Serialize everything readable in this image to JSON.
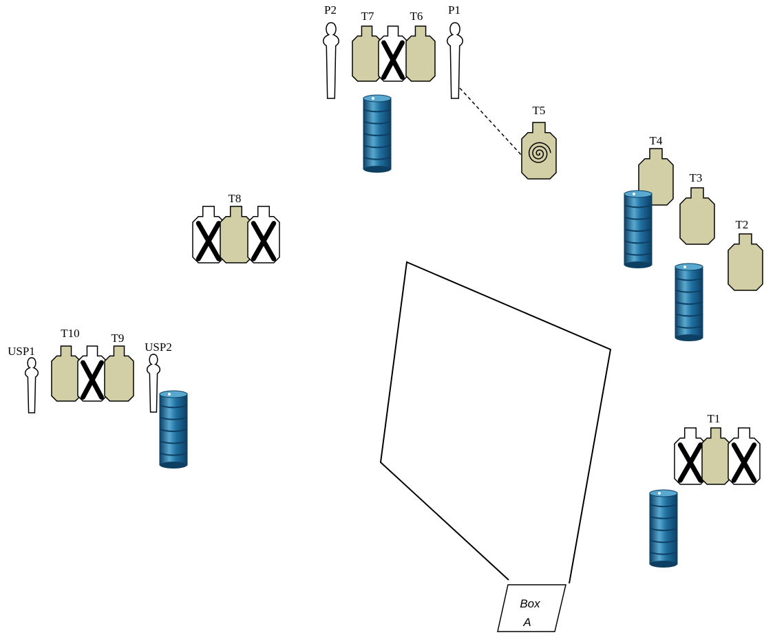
{
  "labels": {
    "p1": "P1",
    "p2": "P2",
    "t1": "T1",
    "t2": "T2",
    "t3": "T3",
    "t4": "T4",
    "t5": "T5",
    "t6": "T6",
    "t7": "T7",
    "t8": "T8",
    "t9": "T9",
    "t10": "T10",
    "usp1": "USP1",
    "usp2": "USP2",
    "box_line1": "Box",
    "box_line2": "A"
  },
  "colors": {
    "shoot_target": "#d2cfa6",
    "no_shoot_target": "#ffffff",
    "barrel": "#1f6fa0",
    "barrel_dark": "#0d3f63",
    "barrel_light": "#58a8d0",
    "outline": "#000000"
  },
  "icons": {
    "shoot_target": "cardboard-target-icon",
    "no_shoot_target": "no-shoot-target-icon",
    "popper": "popper-icon",
    "swinger": "swinger-target-icon",
    "barrel": "barrel-icon"
  }
}
